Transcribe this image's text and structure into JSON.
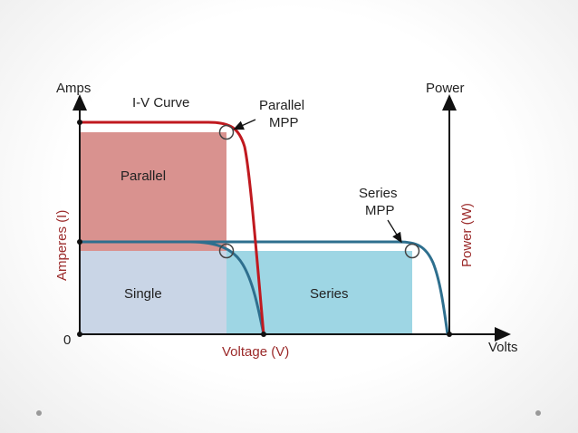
{
  "labels": {
    "amps": "Amps",
    "power": "Power",
    "iv_curve": "I-V Curve",
    "parallel_mpp_1": "Parallel",
    "parallel_mpp_2": "MPP",
    "series_mpp_1": "Series",
    "series_mpp_2": "MPP",
    "parallel": "Parallel",
    "single": "Single",
    "series": "Series",
    "zero": "0",
    "voltage": "Voltage (V)",
    "volts": "Volts",
    "amperes": "Amperes (I)",
    "power_w": "Power (W)"
  },
  "colors": {
    "red_curve": "#c0191f",
    "blue_curve": "#2e6f8e",
    "parallel_fill": "#d9928f",
    "single_fill": "#c9d5e6",
    "series_fill": "#9ed6e4",
    "axis": "#111111",
    "red_text": "#9b2a2a"
  },
  "icons": {
    "page_dots": [
      "slide-dot-icon",
      "slide-dot-icon"
    ]
  }
}
